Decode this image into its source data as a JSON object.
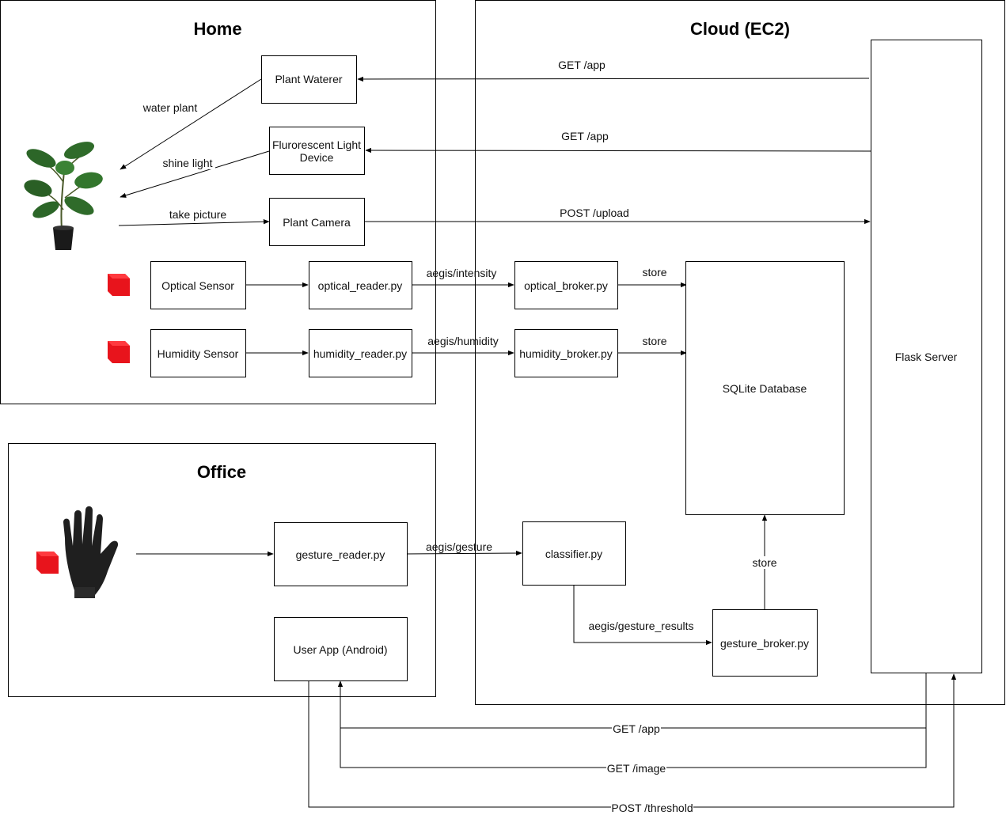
{
  "regions": {
    "home": "Home",
    "cloud": "Cloud (EC2)",
    "office": "Office"
  },
  "nodes": {
    "plant_waterer": "Plant Waterer",
    "light_device_1": "Flurorescent Light",
    "light_device_2": "Device",
    "plant_camera": "Plant Camera",
    "optical_sensor": "Optical Sensor",
    "optical_reader": "optical_reader.py",
    "optical_broker": "optical_broker.py",
    "humidity_sensor": "Humidity Sensor",
    "humidity_reader": "humidity_reader.py",
    "humidity_broker": "humidity_broker.py",
    "sqlite_db": "SQLite Database",
    "flask_server": "Flask Server",
    "gesture_reader": "gesture_reader.py",
    "classifier": "classifier.py",
    "gesture_broker": "gesture_broker.py",
    "user_app": "User App (Android)"
  },
  "edge_labels": {
    "water_plant": "water plant",
    "shine_light": "shine light",
    "take_picture": "take picture",
    "get_app_waterer": "GET /app",
    "get_app_light": "GET /app",
    "post_upload": "POST /upload",
    "aegis_intensity": "aegis/intensity",
    "aegis_humidity": "aegis/humidity",
    "store_optical": "store",
    "store_humidity": "store",
    "aegis_gesture": "aegis/gesture",
    "aegis_gesture_results": "aegis/gesture_results",
    "store_gesture": "store",
    "get_app_user": "GET /app",
    "get_image": "GET /image",
    "post_threshold": "POST /threshold"
  },
  "icons": {
    "plant": "potted-plant-icon",
    "sensor": "red-sensor-icon",
    "glove": "glove-icon"
  },
  "colors": {
    "sensor_red": "#e8141c",
    "leaf_green": "#2f6b2a",
    "pot_black": "#1a1a1a"
  }
}
